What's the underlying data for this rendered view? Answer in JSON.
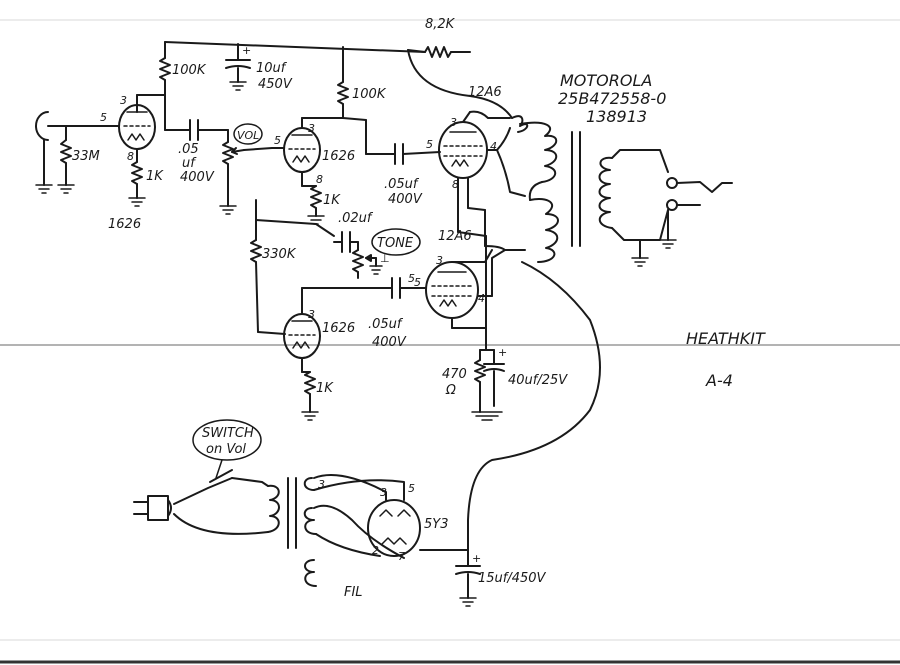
{
  "labels": {
    "r_8k2": "8,2K",
    "r_100k_a": "100K",
    "c_10uf": "10uf",
    "c_10uf_v": "450V",
    "r_100k_b": "100K",
    "tube_12a6_top": "12A6",
    "xfmr_brand": "MOTOROLA",
    "xfmr_part": "25B472558-0",
    "xfmr_num": "138913",
    "pin_3a": "3",
    "pin_5a": "5",
    "pin_8a": "8",
    "r_33m": "33M",
    "r_1k_a": "1K",
    "tube_1626_a": "1626",
    "c_05_a1": ".05",
    "c_05_a2": "uf",
    "c_05_a3": "400V",
    "vol": "VOL",
    "pin_5b": "5",
    "pin_3b": "3",
    "tube_1626_b": "1626",
    "pin_8b": "8",
    "r_1k_b": "1K",
    "c_05_b1": ".05uf",
    "c_05_b2": "400V",
    "pin_5c": "5",
    "pin_3c": "3",
    "pin_4c": "4",
    "pin_8c": "8",
    "c_02uf": ".02uf",
    "tone": "TONE",
    "r_330k": "330K",
    "tube_12a6_bot": "12A6",
    "pin_3d": "3",
    "pin_5d": "5",
    "pin_4d": "4",
    "pin_3e": "3",
    "tube_1626_c": "1626",
    "c_05_c1": ".05uf",
    "c_05_c2": "400V",
    "r_1k_c": "1K",
    "r_470": "470",
    "r_470_unit": "Ω",
    "c_40uf": "40uf/25V",
    "heathkit": "HEATHKIT",
    "model": "A-4",
    "switch_1": "SWITCH",
    "switch_2": "on Vol",
    "pin_3f": "3",
    "pin_5f": "5",
    "pin_2f": "2",
    "pin_7f": "7",
    "rect_tube": "5Y3",
    "c_15uf": "15uf/450V",
    "fil": "FIL"
  }
}
